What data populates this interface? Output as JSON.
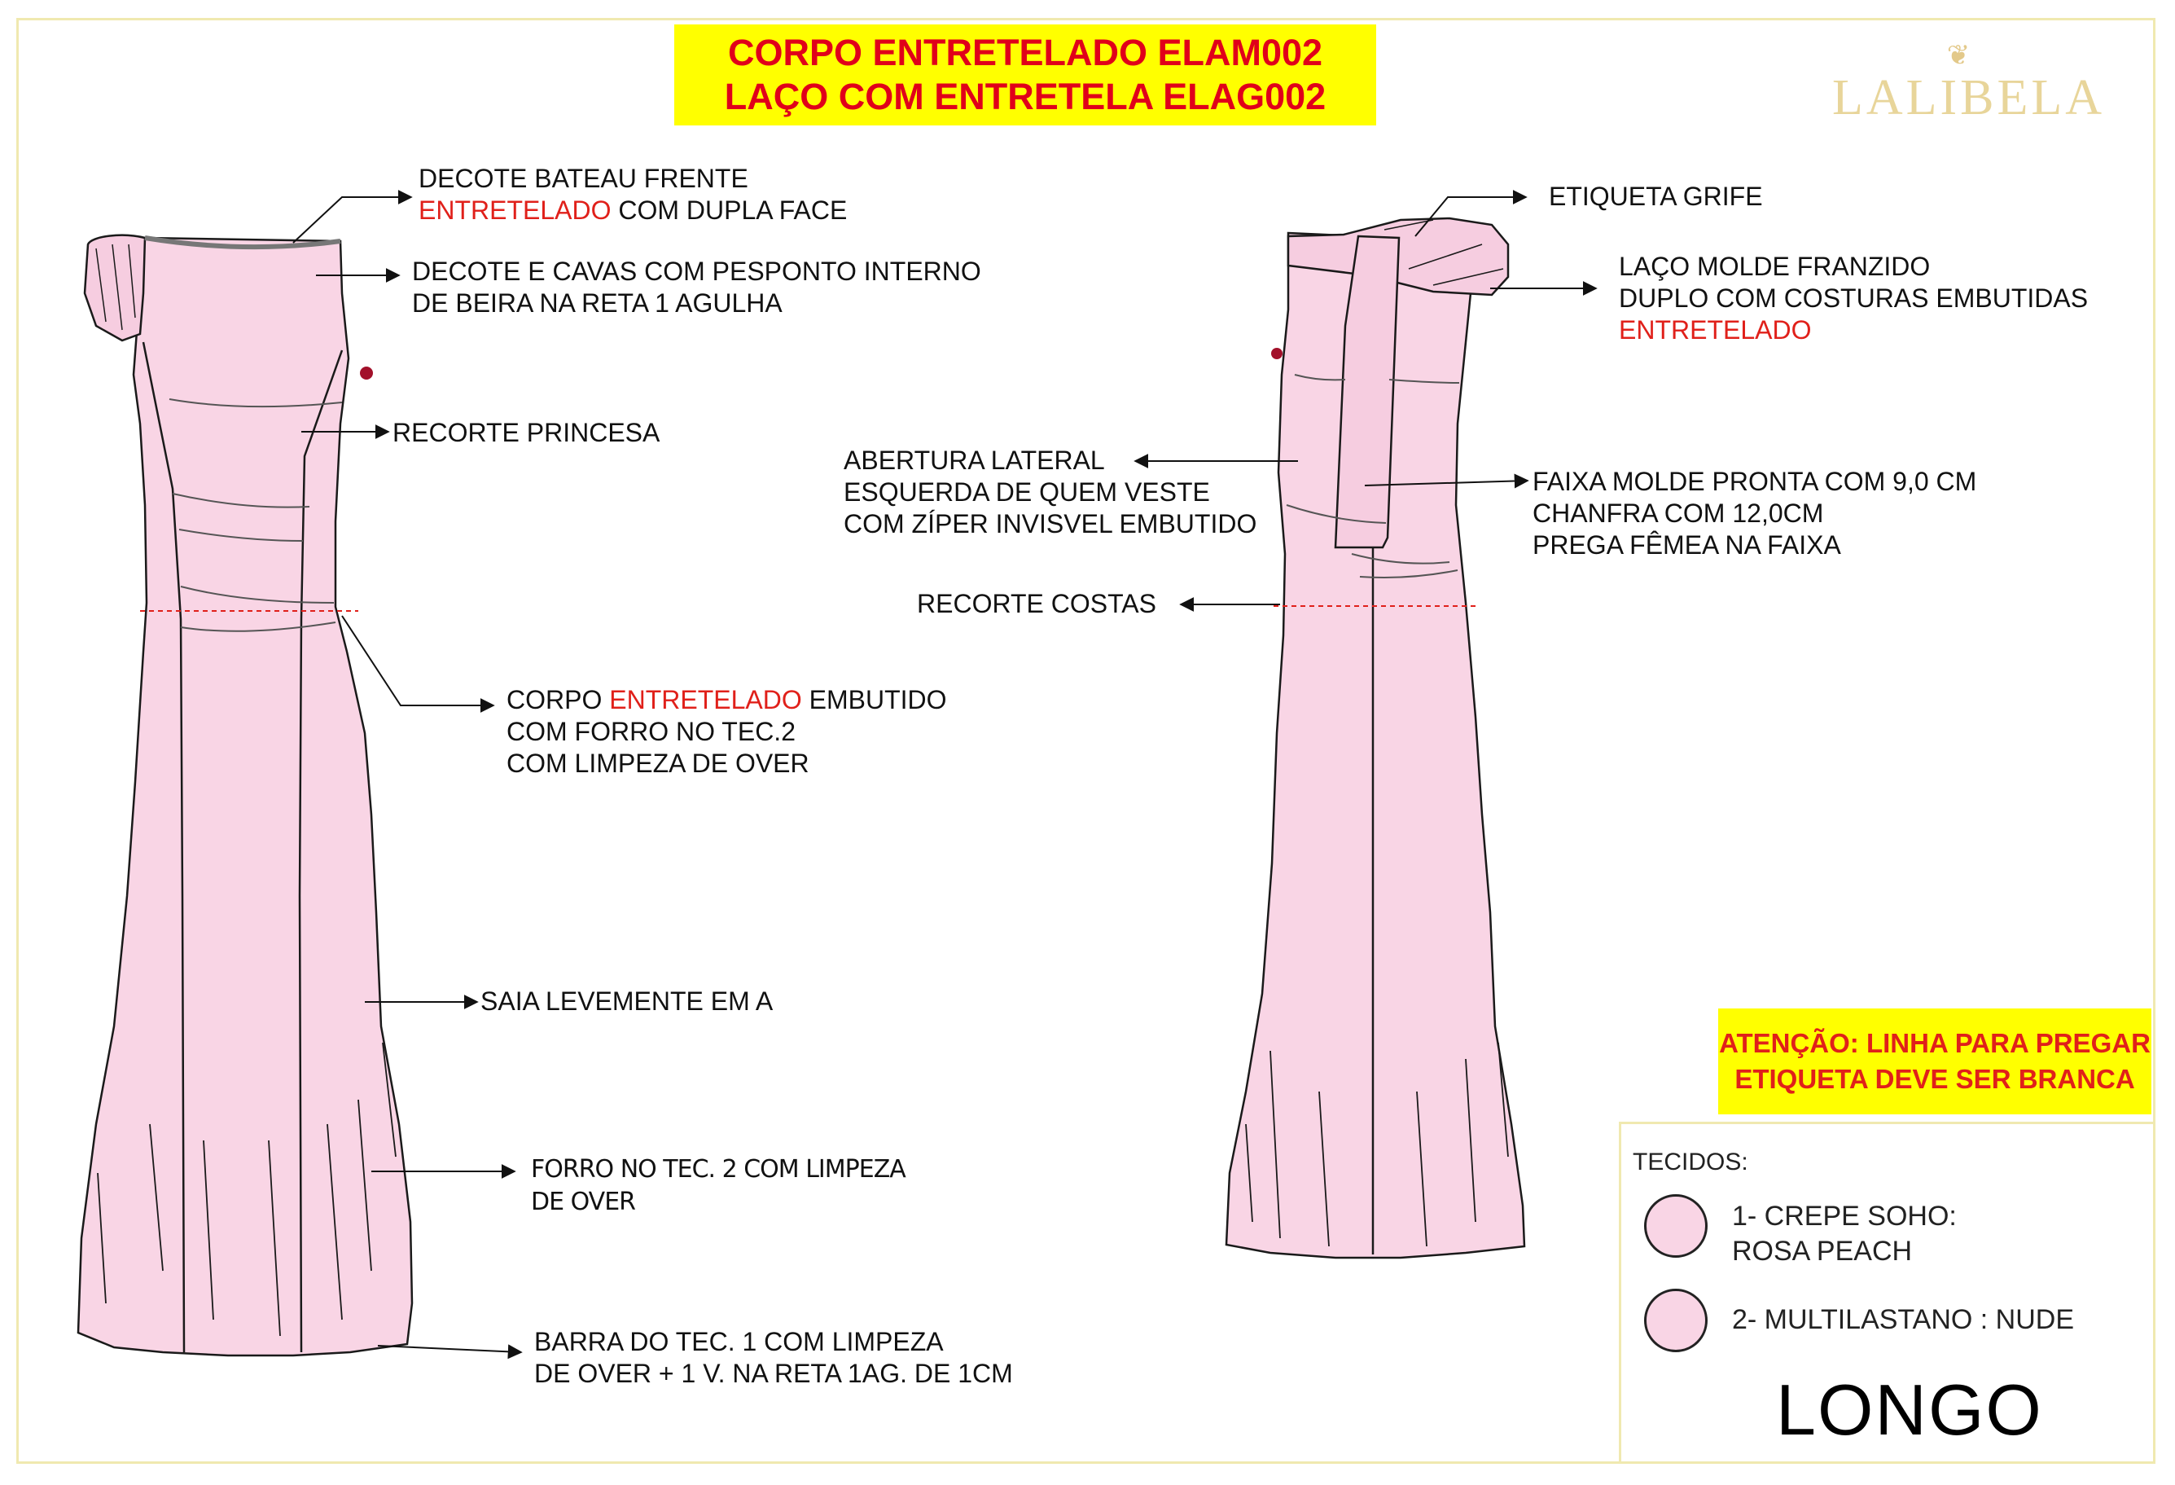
{
  "header": {
    "line1": "CORPO ENTRETELADO ELAM002",
    "line2": "LAÇO COM ENTRETELA ELAG002",
    "background": "#ffff00",
    "text_color": "#e0001a"
  },
  "logo": {
    "text": "LALIBELA",
    "color": "#e8d59a",
    "icon": "bee-icon"
  },
  "front_notes": {
    "decote_bateau": {
      "line1": "DECOTE BATEAU FRENTE",
      "line2_red": "ENTRETELADO",
      "line2_rest": " COM DUPLA FACE"
    },
    "decote_cavas": {
      "line1": "DECOTE E CAVAS COM PESPONTO INTERNO",
      "line2": "DE BEIRA NA RETA 1 AGULHA"
    },
    "recorte_princesa": "RECORTE PRINCESA",
    "corpo": {
      "line1_pre": "CORPO ",
      "line1_red": "ENTRETELADO",
      "line1_post": " EMBUTIDO",
      "line2": "COM FORRO NO TEC.2",
      "line3": "COM LIMPEZA DE OVER"
    },
    "saia": "SAIA LEVEMENTE EM  A",
    "forro": {
      "line1": "FORRO NO TEC. 2 COM LIMPEZA",
      "line2": "DE OVER"
    },
    "barra": {
      "line1": "BARRA DO TEC. 1 COM LIMPEZA",
      "line2": "DE OVER + 1 V. NA RETA 1AG. DE 1CM"
    }
  },
  "back_notes": {
    "etiqueta": "ETIQUETA GRIFE",
    "laco": {
      "line1": "LAÇO MOLDE FRANZIDO",
      "line2": "DUPLO COM COSTURAS EMBUTIDAS",
      "line3_red": "ENTRETELADO"
    },
    "abertura": {
      "line1": "ABERTURA LATERAL",
      "line2": "ESQUERDA DE QUEM VESTE",
      "line3": "COM ZÍPER INVISVEL EMBUTIDO"
    },
    "faixa": {
      "line1": "FAIXA MOLDE PRONTA COM 9,0 CM",
      "line2": "CHANFRA COM 12,0CM",
      "line3": "PREGA FÊMEA NA FAIXA"
    },
    "recorte_costas": "RECORTE COSTAS"
  },
  "attention": {
    "line1": "ATENÇÃO: LINHA PARA PREGAR",
    "line2": "ETIQUETA DEVE SER BRANCA"
  },
  "legend": {
    "title": "TECIDOS:",
    "items": [
      {
        "line1": "1- CREPE SOHO:",
        "line2": "ROSA PEACH",
        "color": "#f9d5e5"
      },
      {
        "line1": "2- MULTILASTANO : NUDE",
        "line2": "",
        "color": "#f9d5e5"
      }
    ],
    "category": "LONGO"
  },
  "colors": {
    "dress_fill": "#f9d5e5",
    "outline": "#1a1a1a",
    "accent_red": "#e0201a",
    "frame": "#f0e9b0"
  }
}
